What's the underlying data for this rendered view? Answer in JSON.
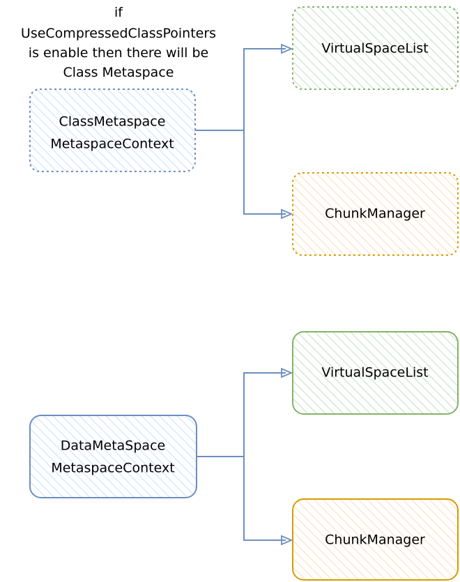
{
  "note": {
    "lines": [
      "if",
      "UseCompressedClassPointers",
      "is enable then there will be",
      "Class Metaspace"
    ]
  },
  "class_group": {
    "context": {
      "line1": "ClassMetaspace",
      "line2": "MetaspaceContext"
    },
    "virtual_space_list": {
      "label": "VirtualSpaceList"
    },
    "chunk_manager": {
      "label": "ChunkManager"
    }
  },
  "data_group": {
    "context": {
      "line1": "DataMetaSpace",
      "line2": "MetaspaceContext"
    },
    "virtual_space_list": {
      "label": "VirtualSpaceList"
    },
    "chunk_manager": {
      "label": "ChunkManager"
    }
  },
  "colors": {
    "blue_stroke": "#6c8ebf",
    "blue_fill": "#dae8fc",
    "green_stroke": "#82b366",
    "green_fill": "#d5e8d4",
    "orange_stroke": "#d79b00",
    "orange_fill": "#ffe6cc",
    "connector": "#6c8ebf"
  }
}
